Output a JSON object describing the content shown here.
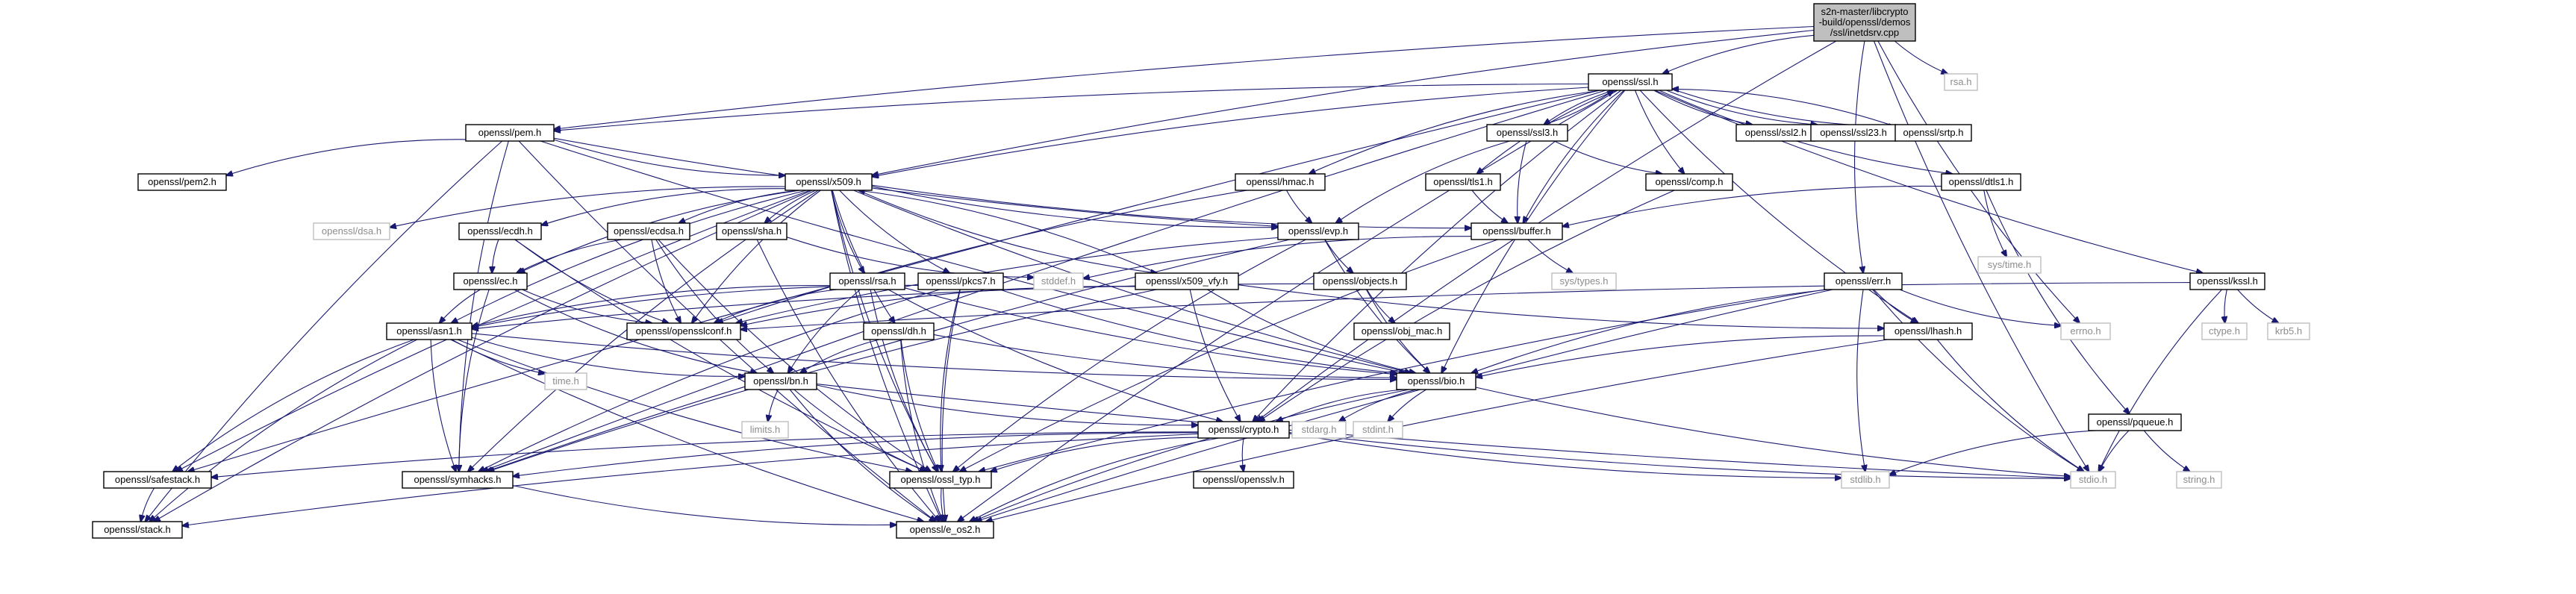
{
  "graph": {
    "nodes": [
      {
        "id": "root",
        "lines": [
          "s2n-master/libcrypto",
          "-build/openssl/demos",
          "/ssl/inetdsrv.cpp"
        ],
        "kind": "root"
      },
      {
        "id": "ssl",
        "lines": [
          "openssl/ssl.h"
        ],
        "kind": "file"
      },
      {
        "id": "rsa_ext",
        "lines": [
          "rsa.h"
        ],
        "kind": "ext"
      },
      {
        "id": "pem",
        "lines": [
          "openssl/pem.h"
        ],
        "kind": "file"
      },
      {
        "id": "ssl3",
        "lines": [
          "openssl/ssl3.h"
        ],
        "kind": "file"
      },
      {
        "id": "ssl2",
        "lines": [
          "openssl/ssl2.h"
        ],
        "kind": "file"
      },
      {
        "id": "ssl23",
        "lines": [
          "openssl/ssl23.h"
        ],
        "kind": "file"
      },
      {
        "id": "srtp",
        "lines": [
          "openssl/srtp.h"
        ],
        "kind": "file"
      },
      {
        "id": "pem2",
        "lines": [
          "openssl/pem2.h"
        ],
        "kind": "file"
      },
      {
        "id": "x509",
        "lines": [
          "openssl/x509.h"
        ],
        "kind": "file"
      },
      {
        "id": "hmac",
        "lines": [
          "openssl/hmac.h"
        ],
        "kind": "file"
      },
      {
        "id": "tls1",
        "lines": [
          "openssl/tls1.h"
        ],
        "kind": "file"
      },
      {
        "id": "comp",
        "lines": [
          "openssl/comp.h"
        ],
        "kind": "file"
      },
      {
        "id": "dtls1",
        "lines": [
          "openssl/dtls1.h"
        ],
        "kind": "file"
      },
      {
        "id": "dsa",
        "lines": [
          "openssl/dsa.h"
        ],
        "kind": "ext"
      },
      {
        "id": "ecdh",
        "lines": [
          "openssl/ecdh.h"
        ],
        "kind": "file"
      },
      {
        "id": "ecdsa",
        "lines": [
          "openssl/ecdsa.h"
        ],
        "kind": "file"
      },
      {
        "id": "sha",
        "lines": [
          "openssl/sha.h"
        ],
        "kind": "file"
      },
      {
        "id": "evp",
        "lines": [
          "openssl/evp.h"
        ],
        "kind": "file"
      },
      {
        "id": "buffer",
        "lines": [
          "openssl/buffer.h"
        ],
        "kind": "file"
      },
      {
        "id": "systime",
        "lines": [
          "sys/time.h"
        ],
        "kind": "ext"
      },
      {
        "id": "ec",
        "lines": [
          "openssl/ec.h"
        ],
        "kind": "file"
      },
      {
        "id": "stddef",
        "lines": [
          "stddef.h"
        ],
        "kind": "ext"
      },
      {
        "id": "systypes",
        "lines": [
          "sys/types.h"
        ],
        "kind": "ext"
      },
      {
        "id": "rsa",
        "lines": [
          "openssl/rsa.h"
        ],
        "kind": "file"
      },
      {
        "id": "pkcs7",
        "lines": [
          "openssl/pkcs7.h"
        ],
        "kind": "file"
      },
      {
        "id": "x509vfy",
        "lines": [
          "openssl/x509_vfy.h"
        ],
        "kind": "file"
      },
      {
        "id": "objects",
        "lines": [
          "openssl/objects.h"
        ],
        "kind": "file"
      },
      {
        "id": "err",
        "lines": [
          "openssl/err.h"
        ],
        "kind": "file"
      },
      {
        "id": "kssl",
        "lines": [
          "openssl/kssl.h"
        ],
        "kind": "file"
      },
      {
        "id": "asn1",
        "lines": [
          "openssl/asn1.h"
        ],
        "kind": "file"
      },
      {
        "id": "opensslconf",
        "lines": [
          "openssl/opensslconf.h"
        ],
        "kind": "file"
      },
      {
        "id": "dh",
        "lines": [
          "openssl/dh.h"
        ],
        "kind": "file"
      },
      {
        "id": "objmac",
        "lines": [
          "openssl/obj_mac.h"
        ],
        "kind": "file"
      },
      {
        "id": "lhash",
        "lines": [
          "openssl/lhash.h"
        ],
        "kind": "file"
      },
      {
        "id": "errno",
        "lines": [
          "errno.h"
        ],
        "kind": "ext"
      },
      {
        "id": "ctype",
        "lines": [
          "ctype.h"
        ],
        "kind": "ext"
      },
      {
        "id": "krb5",
        "lines": [
          "krb5.h"
        ],
        "kind": "ext"
      },
      {
        "id": "time",
        "lines": [
          "time.h"
        ],
        "kind": "ext"
      },
      {
        "id": "bio",
        "lines": [
          "openssl/bio.h"
        ],
        "kind": "file"
      },
      {
        "id": "bn",
        "lines": [
          "openssl/bn.h"
        ],
        "kind": "file"
      },
      {
        "id": "limits",
        "lines": [
          "limits.h"
        ],
        "kind": "ext"
      },
      {
        "id": "stdarg",
        "lines": [
          "stdarg.h"
        ],
        "kind": "ext"
      },
      {
        "id": "stdint",
        "lines": [
          "stdint.h"
        ],
        "kind": "ext"
      },
      {
        "id": "crypto",
        "lines": [
          "openssl/crypto.h"
        ],
        "kind": "file"
      },
      {
        "id": "pqueue",
        "lines": [
          "openssl/pqueue.h"
        ],
        "kind": "file"
      },
      {
        "id": "safestack",
        "lines": [
          "openssl/safestack.h"
        ],
        "kind": "file"
      },
      {
        "id": "symhacks",
        "lines": [
          "openssl/symhacks.h"
        ],
        "kind": "file"
      },
      {
        "id": "ossltyp",
        "lines": [
          "openssl/ossl_typ.h"
        ],
        "kind": "file"
      },
      {
        "id": "opensslv",
        "lines": [
          "openssl/opensslv.h"
        ],
        "kind": "file"
      },
      {
        "id": "stdlib",
        "lines": [
          "stdlib.h"
        ],
        "kind": "ext"
      },
      {
        "id": "stdio",
        "lines": [
          "stdio.h"
        ],
        "kind": "ext"
      },
      {
        "id": "string",
        "lines": [
          "string.h"
        ],
        "kind": "ext"
      },
      {
        "id": "stack",
        "lines": [
          "openssl/stack.h"
        ],
        "kind": "file"
      },
      {
        "id": "eos2",
        "lines": [
          "openssl/e_os2.h"
        ],
        "kind": "file"
      }
    ],
    "edges": [
      [
        "root",
        "ssl"
      ],
      [
        "root",
        "pem"
      ],
      [
        "root",
        "x509"
      ],
      [
        "root",
        "rsa_ext"
      ],
      [
        "root",
        "err"
      ],
      [
        "root",
        "errno"
      ],
      [
        "root",
        "crypto"
      ],
      [
        "root",
        "stdio"
      ],
      [
        "ssl",
        "pem"
      ],
      [
        "ssl",
        "x509"
      ],
      [
        "ssl",
        "hmac"
      ],
      [
        "ssl",
        "tls1"
      ],
      [
        "ssl",
        "comp"
      ],
      [
        "ssl",
        "ssl3"
      ],
      [
        "ssl",
        "ssl2"
      ],
      [
        "ssl",
        "ssl23"
      ],
      [
        "ssl",
        "srtp"
      ],
      [
        "ssl",
        "dtls1"
      ],
      [
        "ssl",
        "kssl"
      ],
      [
        "ssl",
        "buffer"
      ],
      [
        "ssl",
        "lhash"
      ],
      [
        "ssl",
        "bio"
      ],
      [
        "ssl",
        "crypto"
      ],
      [
        "ssl",
        "symhacks"
      ],
      [
        "ssl",
        "eos2"
      ],
      [
        "ssl",
        "safestack"
      ],
      [
        "ssl3",
        "ssl"
      ],
      [
        "ssl3",
        "comp"
      ],
      [
        "ssl3",
        "buffer"
      ],
      [
        "ssl3",
        "evp"
      ],
      [
        "srtp",
        "ssl"
      ],
      [
        "pem",
        "pem2"
      ],
      [
        "pem",
        "x509"
      ],
      [
        "pem",
        "evp"
      ],
      [
        "pem",
        "bio"
      ],
      [
        "pem",
        "stack"
      ],
      [
        "pem",
        "symhacks"
      ],
      [
        "pem",
        "eos2"
      ],
      [
        "x509",
        "buffer"
      ],
      [
        "x509",
        "evp"
      ],
      [
        "x509",
        "dsa"
      ],
      [
        "x509",
        "ecdh"
      ],
      [
        "x509",
        "ecdsa"
      ],
      [
        "x509",
        "sha"
      ],
      [
        "x509",
        "ec"
      ],
      [
        "x509",
        "rsa"
      ],
      [
        "x509",
        "pkcs7"
      ],
      [
        "x509",
        "x509vfy"
      ],
      [
        "x509",
        "dh"
      ],
      [
        "x509",
        "asn1"
      ],
      [
        "x509",
        "bio"
      ],
      [
        "x509",
        "ossltyp"
      ],
      [
        "x509",
        "eos2"
      ],
      [
        "x509",
        "symhacks"
      ],
      [
        "x509",
        "safestack"
      ],
      [
        "x509",
        "stack"
      ],
      [
        "x509",
        "opensslconf"
      ],
      [
        "hmac",
        "evp"
      ],
      [
        "hmac",
        "opensslconf"
      ],
      [
        "tls1",
        "buffer"
      ],
      [
        "comp",
        "crypto"
      ],
      [
        "dtls1",
        "buffer"
      ],
      [
        "dtls1",
        "systime"
      ],
      [
        "dtls1",
        "pqueue"
      ],
      [
        "ecdh",
        "ec"
      ],
      [
        "ecdh",
        "opensslconf"
      ],
      [
        "ecdh",
        "ossltyp"
      ],
      [
        "ecdsa",
        "ec"
      ],
      [
        "ecdsa",
        "opensslconf"
      ],
      [
        "ecdsa",
        "ossltyp"
      ],
      [
        "ecdsa",
        "bn"
      ],
      [
        "sha",
        "stddef"
      ],
      [
        "sha",
        "eos2"
      ],
      [
        "evp",
        "objects"
      ],
      [
        "evp",
        "bio"
      ],
      [
        "evp",
        "opensslconf"
      ],
      [
        "evp",
        "ossltyp"
      ],
      [
        "evp",
        "symhacks"
      ],
      [
        "buffer",
        "stddef"
      ],
      [
        "buffer",
        "systypes"
      ],
      [
        "buffer",
        "ossltyp"
      ],
      [
        "ec",
        "asn1"
      ],
      [
        "ec",
        "opensslconf"
      ],
      [
        "ec",
        "symhacks"
      ],
      [
        "ec",
        "bn"
      ],
      [
        "rsa",
        "asn1"
      ],
      [
        "rsa",
        "bio"
      ],
      [
        "rsa",
        "crypto"
      ],
      [
        "rsa",
        "ossltyp"
      ],
      [
        "rsa",
        "bn"
      ],
      [
        "rsa",
        "opensslconf"
      ],
      [
        "pkcs7",
        "asn1"
      ],
      [
        "pkcs7",
        "bio"
      ],
      [
        "pkcs7",
        "eos2"
      ],
      [
        "pkcs7",
        "symhacks"
      ],
      [
        "pkcs7",
        "ossltyp"
      ],
      [
        "x509vfy",
        "x509"
      ],
      [
        "x509vfy",
        "lhash"
      ],
      [
        "x509vfy",
        "bio"
      ],
      [
        "x509vfy",
        "crypto"
      ],
      [
        "x509vfy",
        "symhacks"
      ],
      [
        "x509vfy",
        "opensslconf"
      ],
      [
        "objects",
        "objmac"
      ],
      [
        "objects",
        "bio"
      ],
      [
        "objects",
        "asn1"
      ],
      [
        "err",
        "stdio"
      ],
      [
        "err",
        "stdlib"
      ],
      [
        "err",
        "ossltyp"
      ],
      [
        "err",
        "bio"
      ],
      [
        "err",
        "lhash"
      ],
      [
        "err",
        "errno"
      ],
      [
        "err",
        "eos2"
      ],
      [
        "kssl",
        "stdio"
      ],
      [
        "kssl",
        "ctype"
      ],
      [
        "kssl",
        "krb5"
      ],
      [
        "kssl",
        "opensslconf"
      ],
      [
        "asn1",
        "time"
      ],
      [
        "asn1",
        "bio"
      ],
      [
        "asn1",
        "stack"
      ],
      [
        "asn1",
        "safestack"
      ],
      [
        "asn1",
        "symhacks"
      ],
      [
        "asn1",
        "bn"
      ],
      [
        "asn1",
        "ossltyp"
      ],
      [
        "asn1",
        "eos2"
      ],
      [
        "dh",
        "bio"
      ],
      [
        "dh",
        "ossltyp"
      ],
      [
        "dh",
        "bn"
      ],
      [
        "dh",
        "eos2"
      ],
      [
        "lhash",
        "bio"
      ],
      [
        "lhash",
        "stdio"
      ],
      [
        "lhash",
        "eos2"
      ],
      [
        "bio",
        "crypto"
      ],
      [
        "bio",
        "stdarg"
      ],
      [
        "bio",
        "stdint"
      ],
      [
        "bio",
        "stdio"
      ],
      [
        "bio",
        "eos2"
      ],
      [
        "bn",
        "limits"
      ],
      [
        "bn",
        "stdio"
      ],
      [
        "bn",
        "crypto"
      ],
      [
        "bn",
        "ossltyp"
      ],
      [
        "bn",
        "eos2"
      ],
      [
        "crypto",
        "stdlib"
      ],
      [
        "crypto",
        "stack"
      ],
      [
        "crypto",
        "safestack"
      ],
      [
        "crypto",
        "opensslv"
      ],
      [
        "crypto",
        "ossltyp"
      ],
      [
        "crypto",
        "symhacks"
      ],
      [
        "crypto",
        "eos2"
      ],
      [
        "crypto",
        "stdio"
      ],
      [
        "pqueue",
        "stdio"
      ],
      [
        "pqueue",
        "stdlib"
      ],
      [
        "pqueue",
        "string"
      ],
      [
        "safestack",
        "stack"
      ],
      [
        "symhacks",
        "eos2"
      ],
      [
        "ossltyp",
        "eos2"
      ]
    ]
  }
}
